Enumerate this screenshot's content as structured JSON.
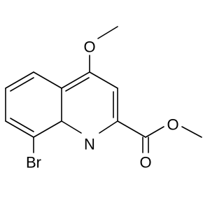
{
  "molecule": {
    "atoms": {
      "oxygen_methoxy": "O",
      "nitrogen_ring": "N",
      "oxygen_ester_single": "O",
      "oxygen_carbonyl": "O",
      "bromine": "Br"
    },
    "colors": {
      "bond": "#000000",
      "label": "#000000",
      "background": "#ffffff"
    }
  }
}
